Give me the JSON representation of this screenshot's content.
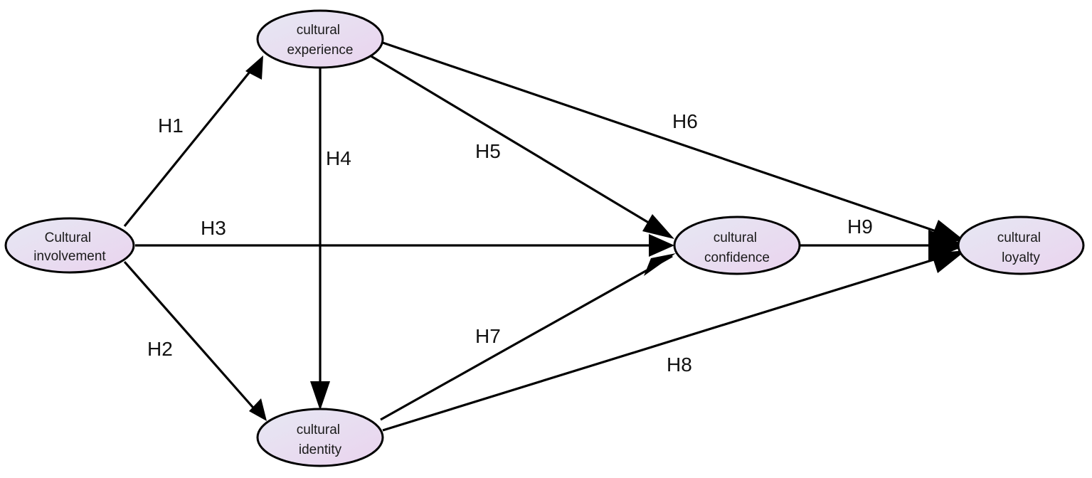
{
  "diagram": {
    "nodes": {
      "involvement": {
        "lines": [
          "Cultural",
          "involvement"
        ]
      },
      "experience": {
        "lines": [
          "cultural",
          "experience"
        ]
      },
      "identity": {
        "lines": [
          "cultural",
          "identity"
        ]
      },
      "confidence": {
        "lines": [
          "cultural",
          "confidence"
        ]
      },
      "loyalty": {
        "lines": [
          "cultural",
          "loyalty"
        ]
      }
    },
    "edges": [
      {
        "id": "h1",
        "label": "H1",
        "from": "involvement",
        "to": "experience"
      },
      {
        "id": "h2",
        "label": "H2",
        "from": "involvement",
        "to": "identity"
      },
      {
        "id": "h3",
        "label": "H3",
        "from": "involvement",
        "to": "confidence"
      },
      {
        "id": "h4",
        "label": "H4",
        "from": "experience",
        "to": "identity"
      },
      {
        "id": "h5",
        "label": "H5",
        "from": "experience",
        "to": "confidence"
      },
      {
        "id": "h6",
        "label": "H6",
        "from": "experience",
        "to": "loyalty"
      },
      {
        "id": "h7",
        "label": "H7",
        "from": "identity",
        "to": "confidence"
      },
      {
        "id": "h8",
        "label": "H8",
        "from": "identity",
        "to": "loyalty"
      },
      {
        "id": "h9",
        "label": "H9",
        "from": "confidence",
        "to": "loyalty"
      }
    ],
    "colors": {
      "node_fill_light": "#e6e8f3",
      "node_fill_accent": "#ead3ee",
      "stroke": "#000000"
    }
  }
}
